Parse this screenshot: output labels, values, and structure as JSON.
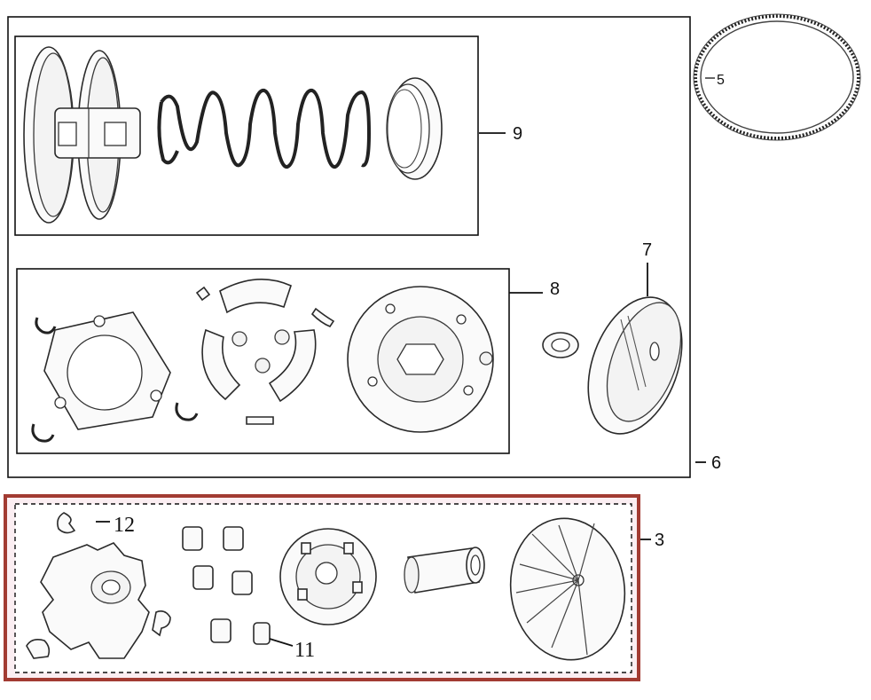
{
  "diagram": {
    "callouts": {
      "label_3": "3",
      "label_5": "5",
      "label_6": "6",
      "label_7": "7",
      "label_8": "8",
      "label_9": "9",
      "label_11": "11",
      "label_12": "12"
    },
    "colors": {
      "highlight_border": "#a23b32",
      "highlight_fill": "#fbeef2",
      "line": "#1a1a1a"
    }
  }
}
